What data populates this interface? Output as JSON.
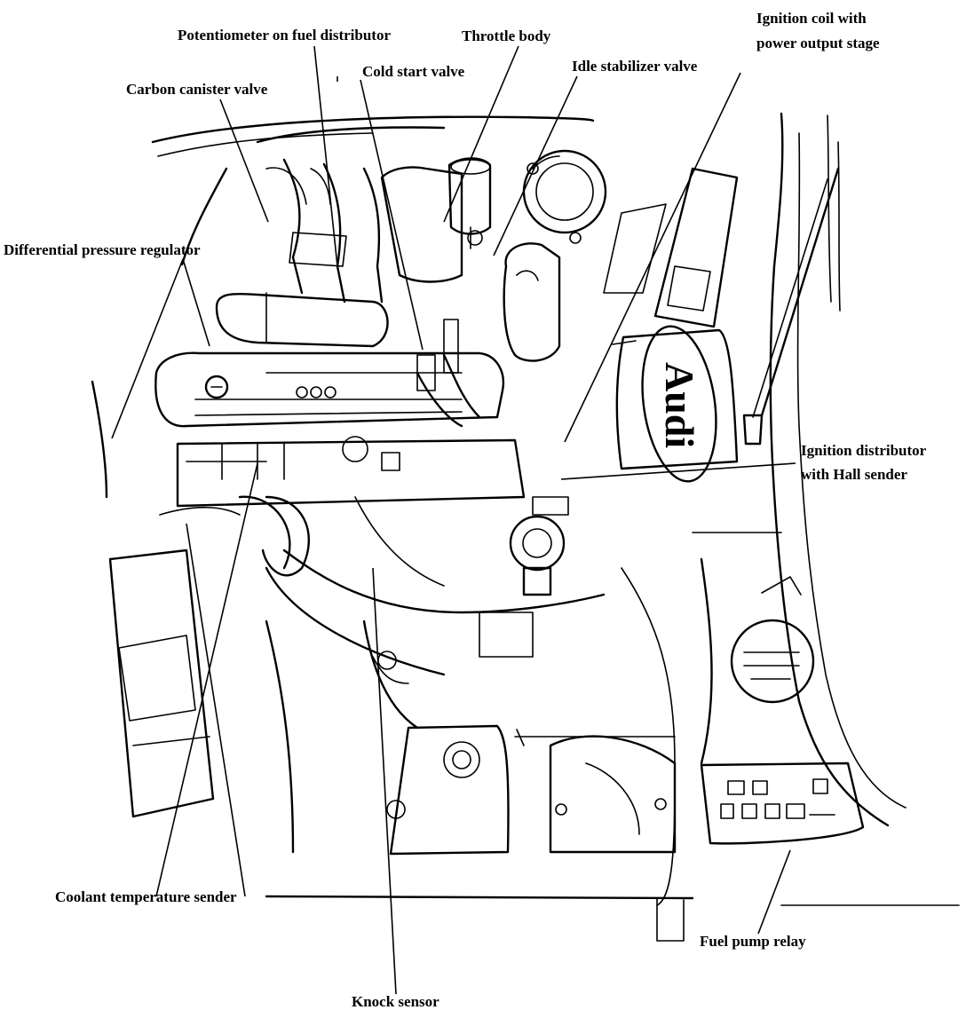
{
  "labels": {
    "potentiometer": "Potentiometer on fuel distributor",
    "throttle_body": "Throttle body",
    "ignition_coil_1": "Ignition coil with",
    "ignition_coil_2": "power output stage",
    "cold_start": "Cold start valve",
    "idle_stabilizer": "Idle stabilizer valve",
    "carbon_canister": "Carbon canister valve",
    "differential_pressure": "Differential pressure regulator",
    "ignition_distributor_1": "Ignition distributor",
    "ignition_distributor_2": "with Hall sender",
    "coolant_sender": "Coolant temperature sender",
    "fuel_pump_relay": "Fuel pump relay",
    "knock_sensor": "Knock sensor"
  },
  "logo_text": "Audi"
}
